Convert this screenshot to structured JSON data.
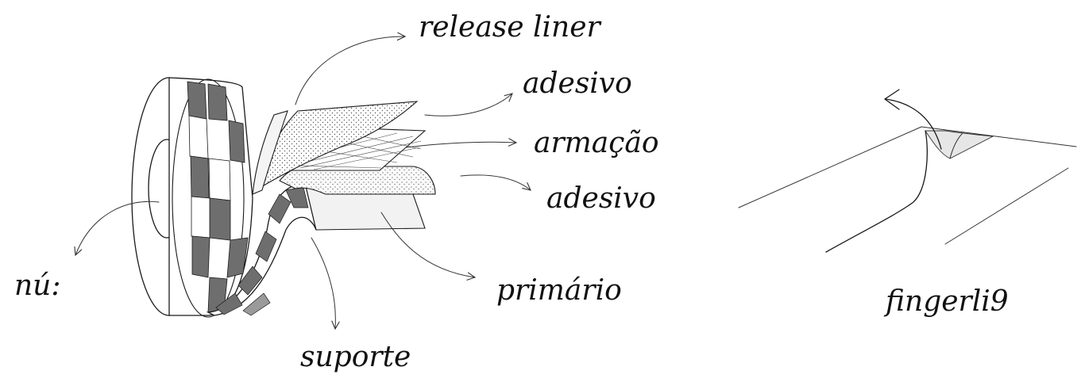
{
  "labels": {
    "release_liner": "release liner",
    "adesivo_top": "adesivo",
    "armacao": "armação",
    "adesivo_bottom": "adesivo",
    "nucleo": "nú:",
    "primario": "primário",
    "suporte": "suporte",
    "fingerlift": "fingerli9"
  },
  "colors": {
    "ink": "#111111",
    "checker_dark": "#6e6e6e",
    "checker_light": "#ffffff",
    "layer_fill": "#f4f4f4",
    "primer_fill": "#f2f2f2"
  }
}
